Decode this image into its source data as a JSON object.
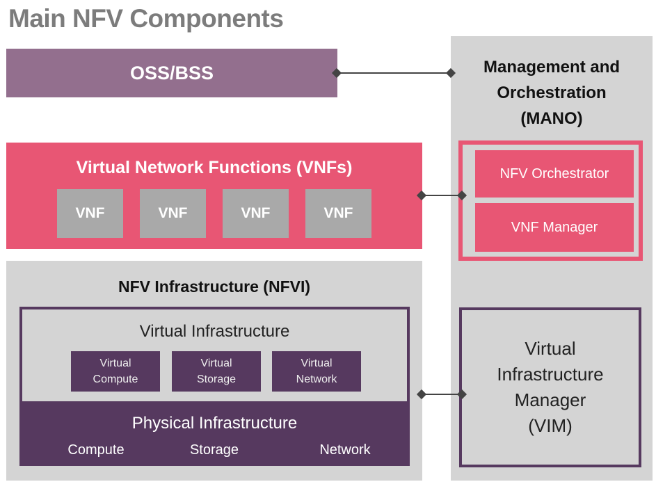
{
  "title": "Main NFV Components",
  "oss_bss": {
    "label": "OSS/BSS"
  },
  "vnfs": {
    "title": "Virtual Network Functions (VNFs)",
    "items": [
      "VNF",
      "VNF",
      "VNF",
      "VNF"
    ]
  },
  "nfvi": {
    "title": "NFV Infrastructure (NFVI)",
    "virtual": {
      "title": "Virtual Infrastructure",
      "items": [
        "Virtual Compute",
        "Virtual Storage",
        "Virtual Network"
      ]
    },
    "physical": {
      "title": "Physical Infrastructure",
      "items": [
        "Compute",
        "Storage",
        "Network"
      ]
    }
  },
  "mano": {
    "title_line1": "Management and",
    "title_line2": "Orchestration",
    "title_line3": "(MANO)",
    "orchestrator": "NFV Orchestrator",
    "vnf_manager": "VNF Manager",
    "vim_line1": "Virtual",
    "vim_line2": "Infrastructure",
    "vim_line3": "Manager",
    "vim_line4": "(VIM)"
  },
  "colors": {
    "oss": "#936f8e",
    "vnf_red": "#e85674",
    "gray_panel": "#d4d4d4",
    "purple": "#56395f"
  }
}
